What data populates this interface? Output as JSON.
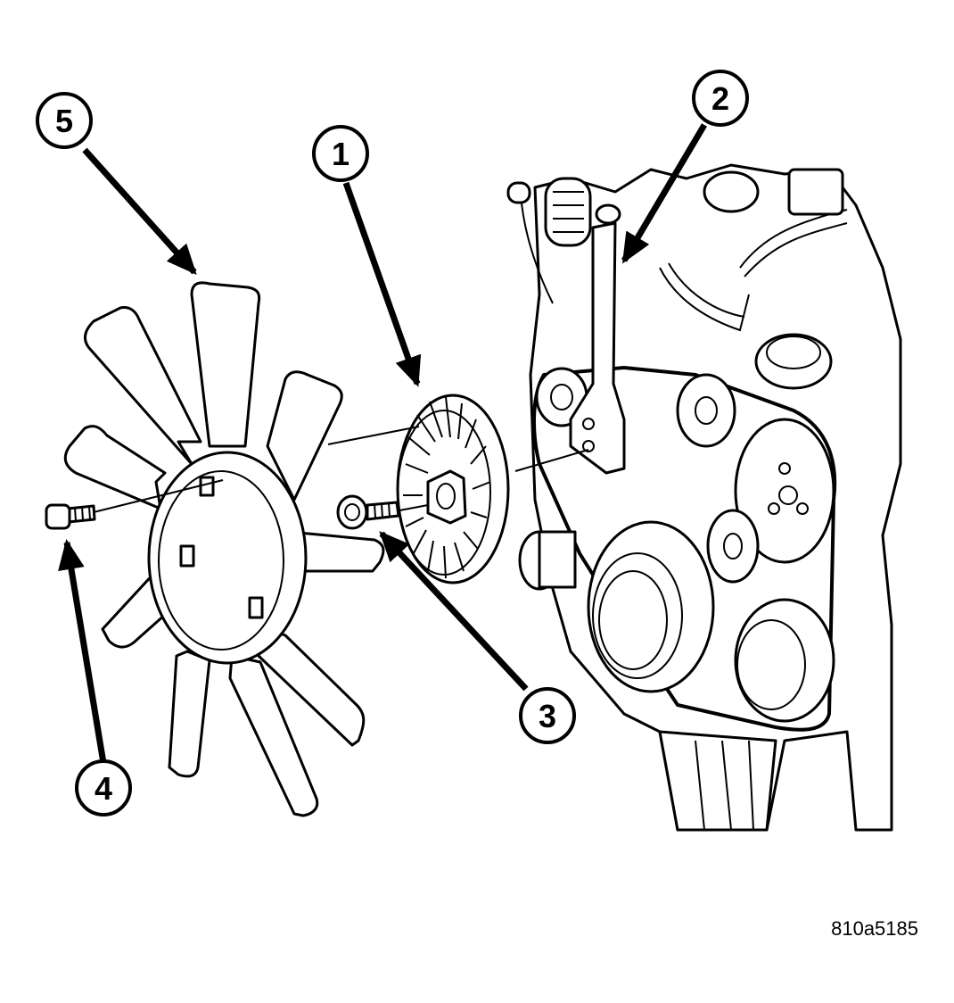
{
  "colors": {
    "ink": "#000000",
    "paper": "#ffffff"
  },
  "callouts": [
    {
      "label": "1"
    },
    {
      "label": "2"
    },
    {
      "label": "3"
    },
    {
      "label": "4"
    },
    {
      "label": "5"
    }
  ],
  "reference_code": "810a5185"
}
